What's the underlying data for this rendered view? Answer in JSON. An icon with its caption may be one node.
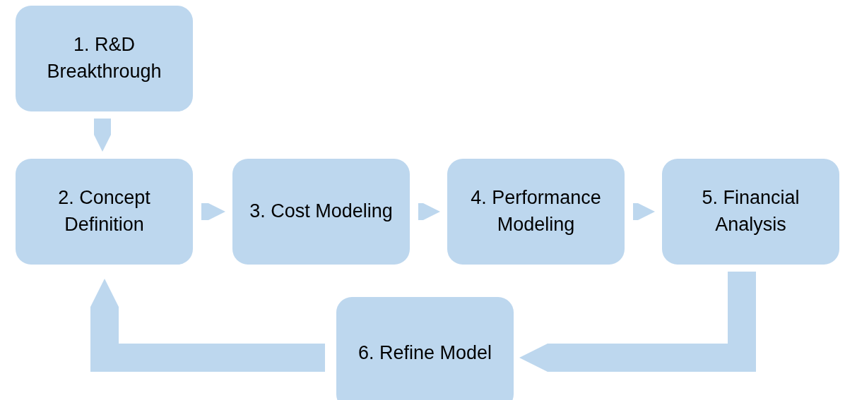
{
  "diagram": {
    "nodes": [
      {
        "text": [
          "1. R&D Breakthrough"
        ]
      },
      {
        "text": [
          "2. Concept Definition"
        ]
      },
      {
        "text": [
          "3. Cost Modeling"
        ]
      },
      {
        "text": [
          "4. Performance Modeling"
        ]
      },
      {
        "text": [
          "5. Financial Analysis"
        ]
      },
      {
        "text": [
          "6. Refine Model"
        ]
      }
    ],
    "edges": [
      {
        "from": 0,
        "to": 1,
        "arrow": "to"
      },
      {
        "from": 1,
        "to": 2,
        "arrow": "to"
      },
      {
        "from": 2,
        "to": 3,
        "arrow": "to"
      },
      {
        "from": 3,
        "to": 4,
        "arrow": "to"
      },
      {
        "from": 4,
        "to": 5,
        "arrow": "to"
      },
      {
        "from": 5,
        "to": 1,
        "arrow": "to"
      }
    ]
  }
}
